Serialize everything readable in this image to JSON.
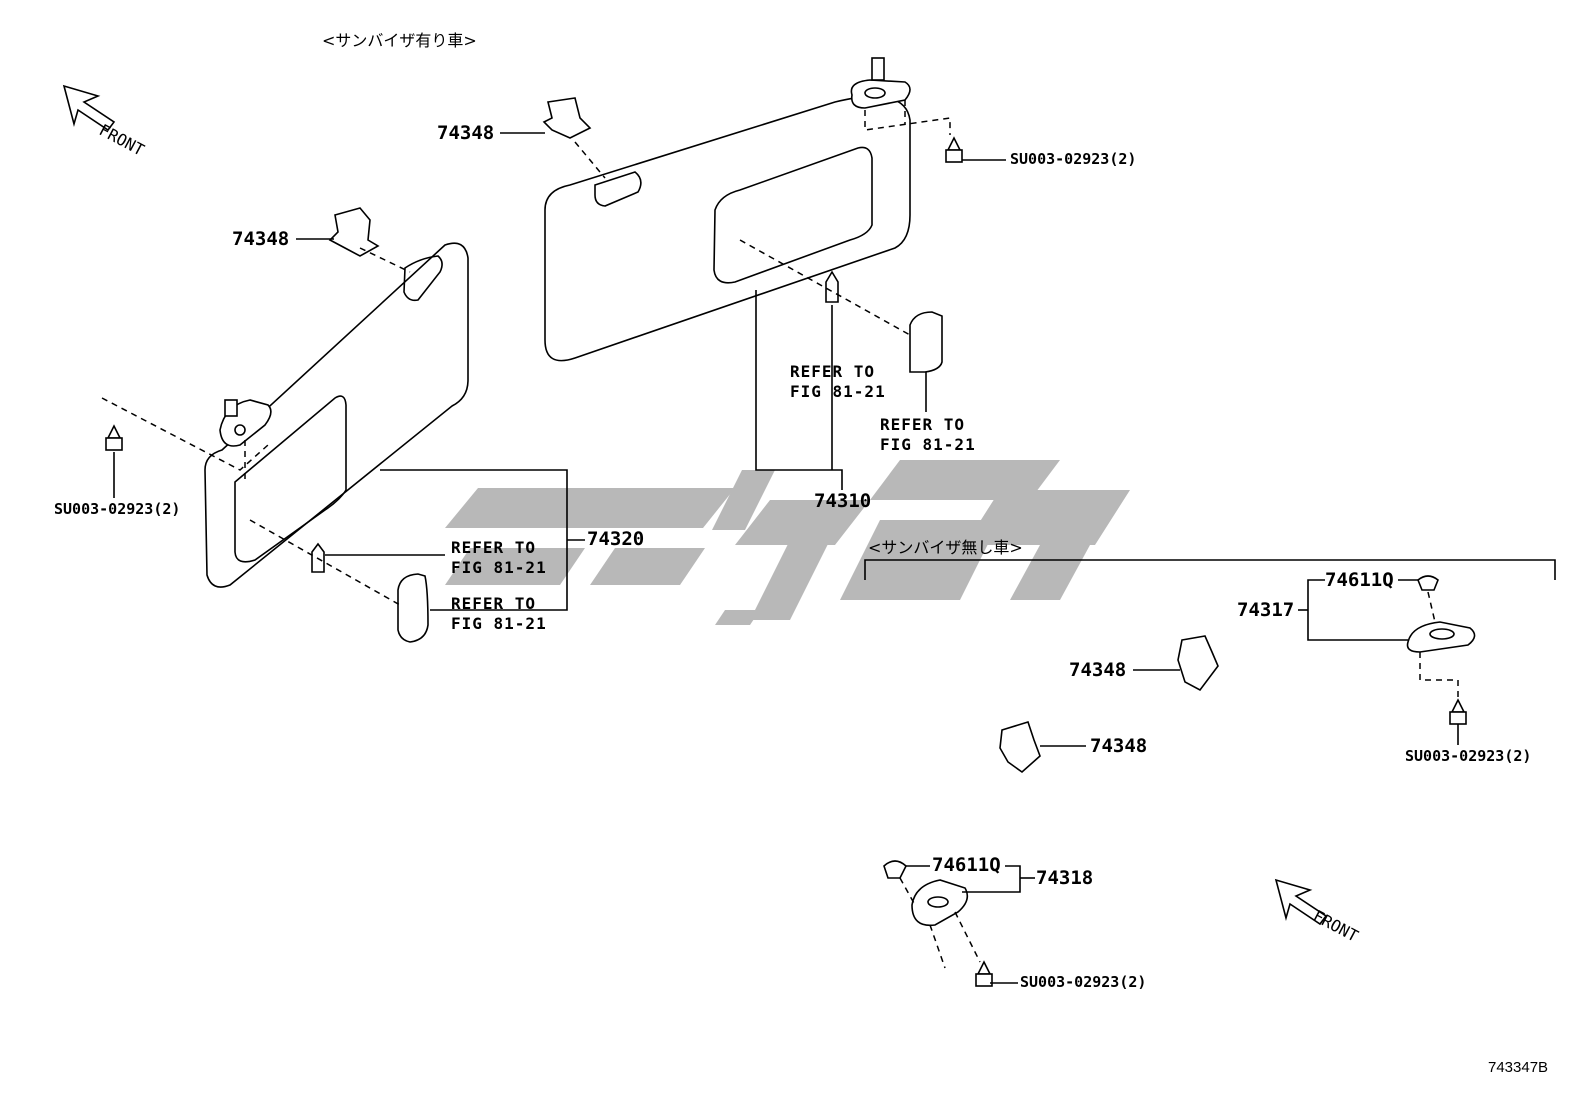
{
  "section_labels": {
    "with_sunvisor": "<サンバイザ有り車>",
    "without_sunvisor": "<サンバイザ無し車>"
  },
  "front_labels": [
    "FRONT",
    "FRONT"
  ],
  "parts": {
    "p74348_a": "74348",
    "p74348_b": "74348",
    "p74348_c": "74348",
    "p74348_d": "74348",
    "p74320": "74320",
    "p74310": "74310",
    "p74317": "74317",
    "p74318": "74318",
    "p74611_a": "74611Q",
    "p74611_b": "74611Q"
  },
  "screws": {
    "su_a": "SU003-02923(2)",
    "su_b": "SU003-02923(2)",
    "su_c": "SU003-02923(2)",
    "su_d": "SU003-02923(2)"
  },
  "refs": {
    "r1": "REFER TO\nFIG 81-21",
    "r2": "REFER TO\nFIG 81-21",
    "r3": "REFER TO\nFIG 81-21",
    "r4": "REFER TO\nFIG 81-21"
  },
  "diagram_code": "743347B",
  "colors": {
    "line": "#000000",
    "watermark": "#b8b8b8",
    "background": "#ffffff"
  }
}
